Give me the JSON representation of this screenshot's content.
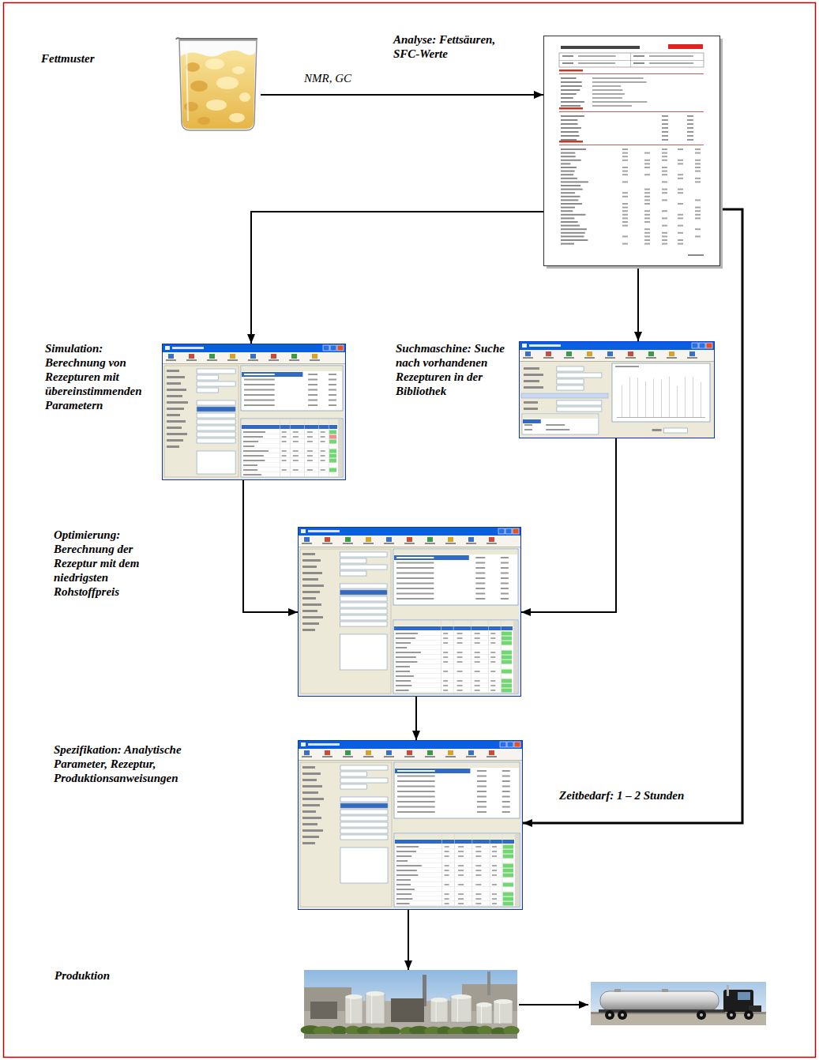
{
  "diagram": {
    "nodes": [
      {
        "text": [
          "Fettmuster"
        ]
      },
      {
        "text": [
          "Analyse: Fettsäuren, SFC-Werte"
        ]
      },
      {
        "text": [
          "Simulation: Berechnung von Rezepturen mit übereinstimmenden Parametern"
        ]
      },
      {
        "text": [
          "Suchmaschine: Suche nach vorhandenen Rezepturen in der Bibliothek"
        ]
      },
      {
        "text": [
          "Optimierung: Berechnung der Rezeptur mit dem niedrigsten Rohstoffpreis"
        ]
      },
      {
        "text": [
          "Spezifikation: Analytische Parameter, Rezeptur, Produktionsanweisungen"
        ]
      },
      {
        "text": [
          "Produktion"
        ]
      }
    ],
    "edges": [
      {
        "from": 0,
        "to": 1,
        "arrow": "to",
        "label": "NMR, GC"
      },
      {
        "from": 1,
        "to": 2,
        "arrow": "to"
      },
      {
        "from": 1,
        "to": 3,
        "arrow": "to"
      },
      {
        "from": 1,
        "to": 5,
        "arrow": "to",
        "label": "Zeitbedarf: 1 – 2 Stunden"
      },
      {
        "from": 2,
        "to": 4,
        "arrow": "to"
      },
      {
        "from": 3,
        "to": 4,
        "arrow": "to"
      },
      {
        "from": 4,
        "to": 5,
        "arrow": "to"
      },
      {
        "from": 5,
        "to": 6,
        "arrow": "to"
      }
    ]
  }
}
